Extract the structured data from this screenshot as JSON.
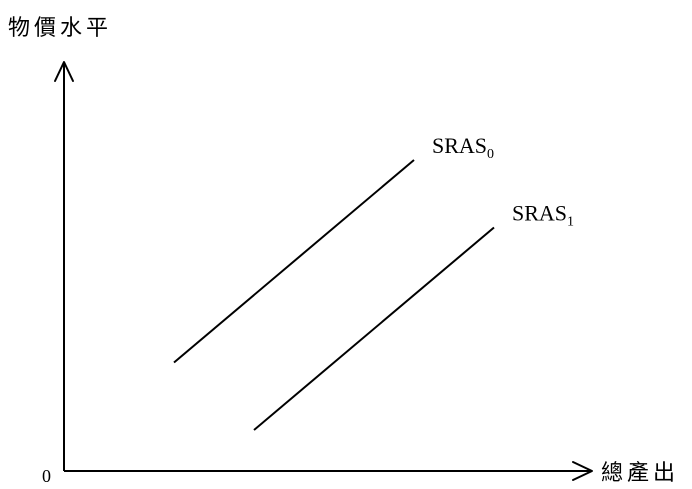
{
  "chart_data": {
    "type": "line",
    "title": "",
    "xlabel": "總產出",
    "ylabel": "物價水平",
    "origin_label": "0",
    "grid": false,
    "series": [
      {
        "name": "SRAS",
        "subscript": "0",
        "x": [
          1,
          4
        ],
        "y": [
          1,
          4
        ]
      },
      {
        "name": "SRAS",
        "subscript": "1",
        "x": [
          2,
          5
        ],
        "y": [
          0,
          3
        ]
      }
    ],
    "xlim": [
      0,
      6
    ],
    "ylim": [
      0,
      5
    ]
  }
}
